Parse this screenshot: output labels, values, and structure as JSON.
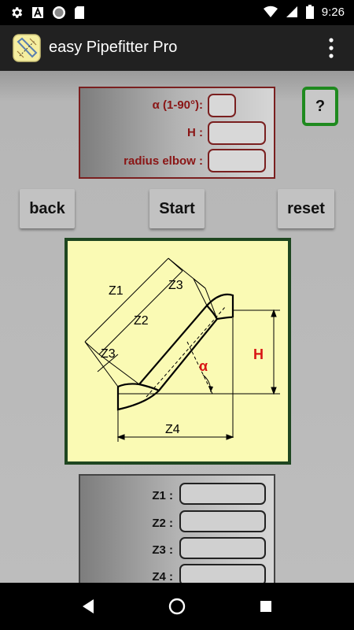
{
  "status_bar": {
    "time": "9:26"
  },
  "app_bar": {
    "title": "easy Pipefitter Pro"
  },
  "input_panel": {
    "angle_label": "α (1-90°):",
    "h_label": "H :",
    "radius_label": "radius elbow :",
    "angle_value": "",
    "h_value": "",
    "radius_value": ""
  },
  "help_button": {
    "label": "?"
  },
  "buttons": {
    "back": "back",
    "start": "Start",
    "reset": "reset"
  },
  "diagram": {
    "z1": "Z1",
    "z2": "Z2",
    "z3_top": "Z3",
    "z3_bottom": "Z3",
    "z4": "Z4",
    "h": "H",
    "alpha": "α"
  },
  "output_panel": {
    "z1_label": "Z1 :",
    "z2_label": "Z2 :",
    "z3_label": "Z3 :",
    "z4_label": "Z4 :",
    "z1_value": "",
    "z2_value": "",
    "z3_value": "",
    "z4_value": ""
  },
  "colors": {
    "accent_red": "#8a1515",
    "help_border": "#1f8a1f",
    "diagram_bg": "#fafab4",
    "diagram_frame": "#1e4620"
  },
  "icons": [
    "settings-icon",
    "font-app-icon",
    "record-icon",
    "sd-card-icon",
    "wifi-icon",
    "signal-icon",
    "battery-icon",
    "overflow-menu-icon",
    "back-nav-icon",
    "home-nav-icon",
    "recents-nav-icon"
  ]
}
